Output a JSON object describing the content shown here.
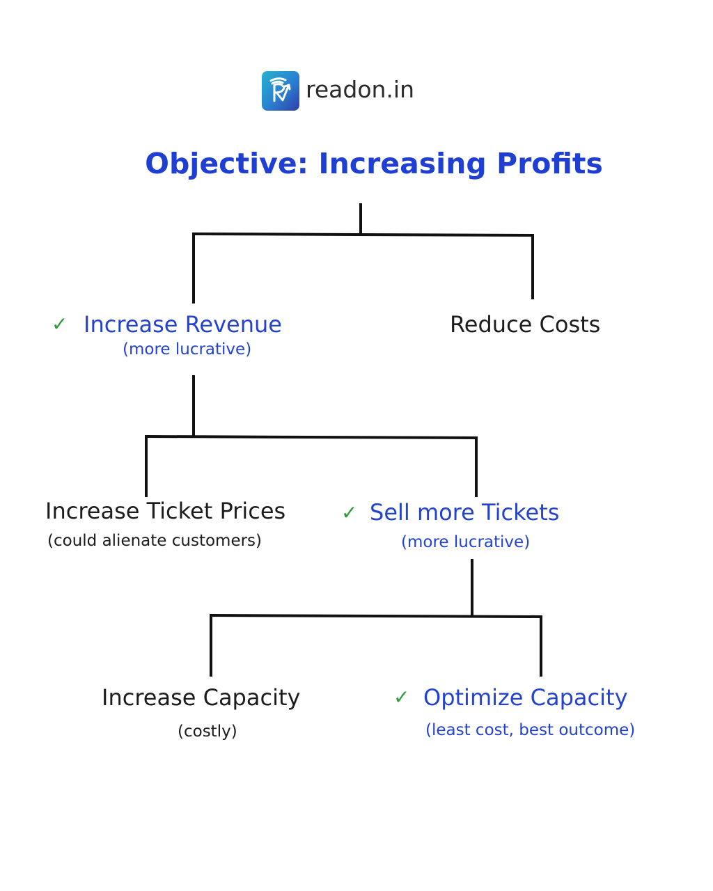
{
  "brand": {
    "name": "readon.in",
    "logo_icon": "readon-logo-icon"
  },
  "title": "Objective: Increasing Profits",
  "nodes": {
    "increase_revenue": {
      "label": "Increase Revenue",
      "note": "(more lucrative)",
      "selected": true
    },
    "reduce_costs": {
      "label": "Reduce Costs",
      "note": "",
      "selected": false
    },
    "increase_ticket_prices": {
      "label": "Increase Ticket Prices",
      "note": "(could alienate customers)",
      "selected": false
    },
    "sell_more_tickets": {
      "label": "Sell more Tickets",
      "note": "(more lucrative)",
      "selected": true
    },
    "increase_capacity": {
      "label": "Increase Capacity",
      "note": "(costly)",
      "selected": false
    },
    "optimize_capacity": {
      "label": "Optimize Capacity",
      "note": "(least cost, best outcome)",
      "selected": true
    }
  },
  "check_mark": "✓",
  "colors": {
    "accent_blue": "#2342cf",
    "title_blue": "#1f3fd4",
    "check_green": "#2e9a3a",
    "text_dark": "#1c1c1c",
    "line": "#111111"
  }
}
